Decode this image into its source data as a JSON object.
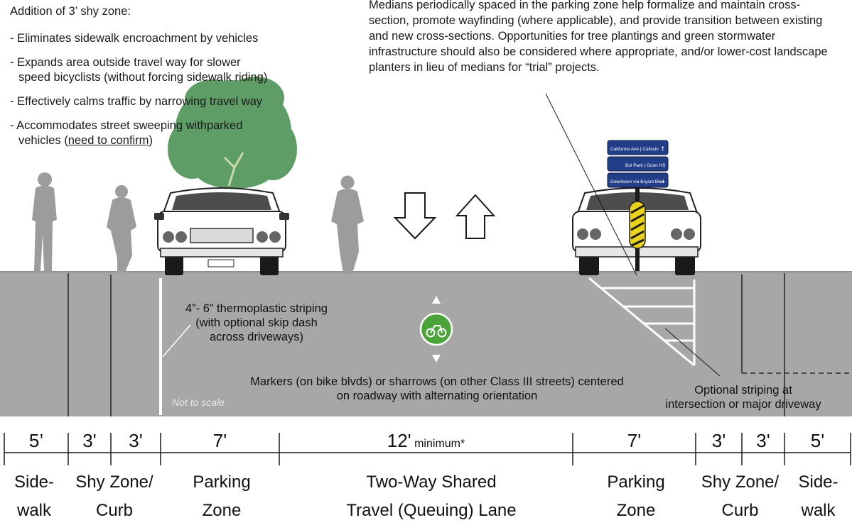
{
  "left_notes": {
    "heading": "Addition of 3’ shy zone:",
    "bullets": [
      "- Eliminates sidewalk encroachment by vehicles",
      "- Expands area outside travel way for slower",
      "speed bicyclists (without forcing sidewalk riding)",
      "- Effectively calms traffic by narrowing travel way",
      "- Accommodates street sweeping withparked",
      "vehicles (",
      "need to confirm",
      ")"
    ]
  },
  "right_note": "Medians periodically spaced in the parking zone help formalize and maintain cross-section, promote wayfinding (where applicable), and provide transition between existing and new cross-sections. Opportunities for tree plantings and green stormwater infrastructure should also be considered where appropriate, and/or lower-cost landscape planters in lieu of medians for “trial” projects.",
  "road_labels": {
    "striping": [
      "4”- 6” thermoplastic striping",
      "(with optional skip dash",
      "across driveways)"
    ],
    "markers": [
      "Markers (on bike blvds) or sharrows (on other Class III streets) centered",
      "on roadway with alternating  orientation"
    ],
    "optional": [
      "Optional striping at",
      "intersection or major driveway"
    ],
    "not_to_scale": "Not to scale"
  },
  "signs": [
    "California Ave | Caltrain",
    "Bol Park | Gunn HS",
    "Downtown via Bryant Blvd"
  ],
  "dimensions": [
    {
      "value": "5’",
      "suffix": ""
    },
    {
      "value": "3'",
      "suffix": ""
    },
    {
      "value": "3'",
      "suffix": ""
    },
    {
      "value": "7'",
      "suffix": ""
    },
    {
      "value": "12'",
      "suffix": " minimum*"
    },
    {
      "value": "7'",
      "suffix": ""
    },
    {
      "value": "3'",
      "suffix": ""
    },
    {
      "value": "3'",
      "suffix": ""
    },
    {
      "value": "5'",
      "suffix": ""
    }
  ],
  "lanes": [
    [
      "Side-",
      "walk"
    ],
    [
      "Shy Zone/",
      "Curb"
    ],
    [
      "Parking",
      "Zone"
    ],
    [
      "Two-Way Shared",
      "Travel (Queuing) Lane"
    ],
    [
      "Parking",
      "Zone"
    ],
    [
      "Shy Zone/",
      "Curb"
    ],
    [
      "Side-",
      "walk"
    ]
  ],
  "colors": {
    "road": "#a7a7a8",
    "figure": "#9c9c9c",
    "tree": "#5e9d66",
    "sign": "#223e88",
    "bike_marker": "#4aa43a",
    "bollard": "#e8d21c"
  }
}
